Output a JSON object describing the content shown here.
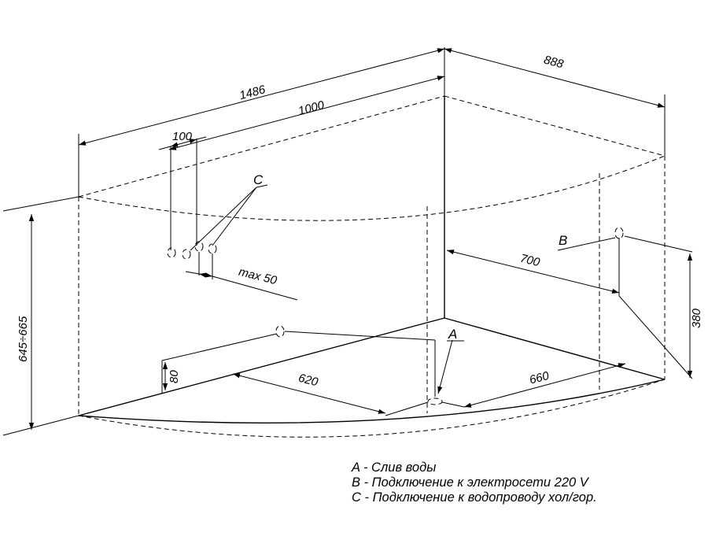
{
  "dimensions": {
    "length_total": "1486",
    "length_inner": "1000",
    "width": "888",
    "height": "645÷665",
    "mixer_spacing": "100",
    "mixer_offset": "max 50",
    "socket_offset": "700",
    "socket_height": "380",
    "drain_x": "620",
    "drain_y": "660",
    "inlet_height": "80"
  },
  "markers": {
    "a": "A",
    "b": "B",
    "c": "C"
  },
  "legend": [
    "A - Слив воды",
    "B - Подключение к электросети 220 V",
    "C - Подключение к водопроводу хол/гор."
  ]
}
